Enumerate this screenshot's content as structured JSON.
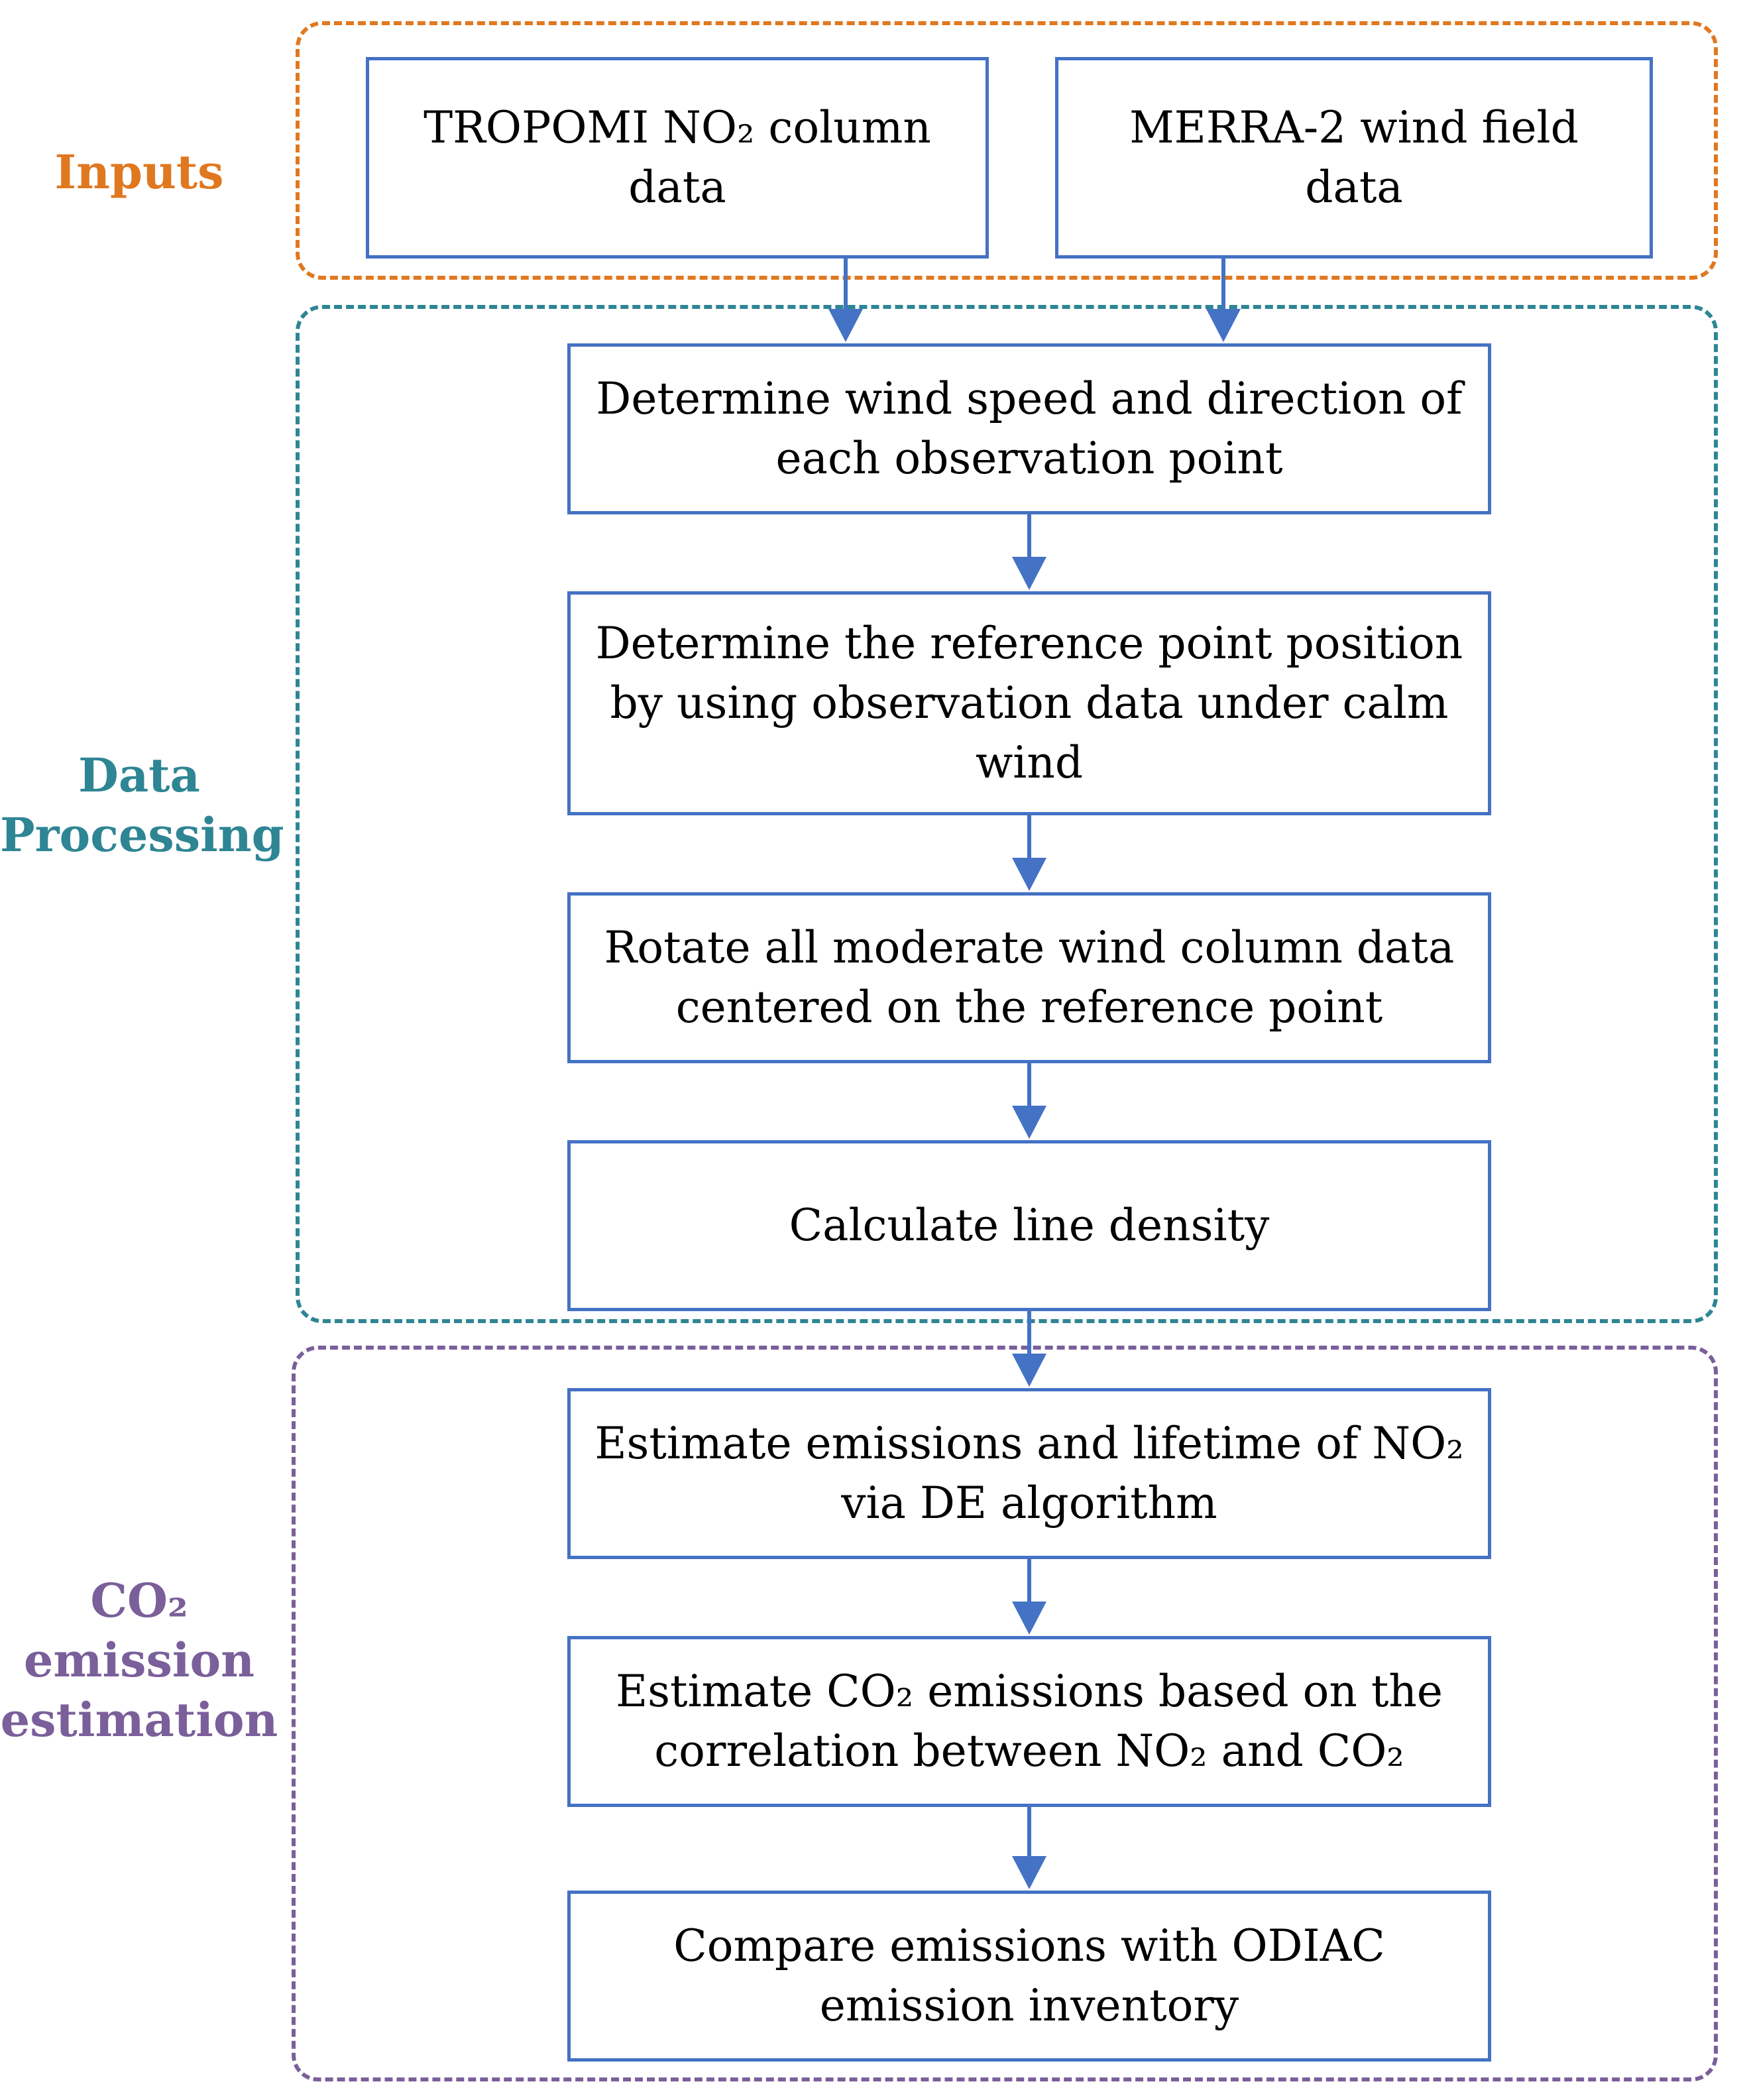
{
  "groups": {
    "inputs": {
      "label": "Inputs",
      "color": "#E07820"
    },
    "processing": {
      "label": "Data\nProcessing",
      "color": "#2E8594"
    },
    "co2": {
      "label": "CO₂\nemission\nestimation",
      "color": "#7A5F9A"
    }
  },
  "nodes": {
    "tropomi": "TROPOMI NO₂ column\ndata",
    "merra": "MERRA-2 wind field\ndata",
    "wind": "Determine wind speed and direction of\neach observation point",
    "reference": "Determine the reference point position\nby using observation data under calm\nwind",
    "rotate": "Rotate all  moderate wind column data\ncentered on the reference point",
    "density": "Calculate line density",
    "estimate_no2": "Estimate emissions and lifetime of NO₂\nvia DE algorithm",
    "estimate_co2": "Estimate CO₂ emissions  based on the\ncorrelation between NO₂ and CO₂",
    "compare": "Compare emissions with ODIAC\nemission inventory"
  },
  "edges": [
    {
      "from": "tropomi",
      "to": "wind"
    },
    {
      "from": "merra",
      "to": "wind"
    },
    {
      "from": "wind",
      "to": "reference"
    },
    {
      "from": "reference",
      "to": "rotate"
    },
    {
      "from": "rotate",
      "to": "density"
    },
    {
      "from": "density",
      "to": "estimate_no2"
    },
    {
      "from": "estimate_no2",
      "to": "estimate_co2"
    },
    {
      "from": "estimate_co2",
      "to": "compare"
    }
  ],
  "colors": {
    "box_border": "#4472C4",
    "arrow": "#4472C4"
  }
}
